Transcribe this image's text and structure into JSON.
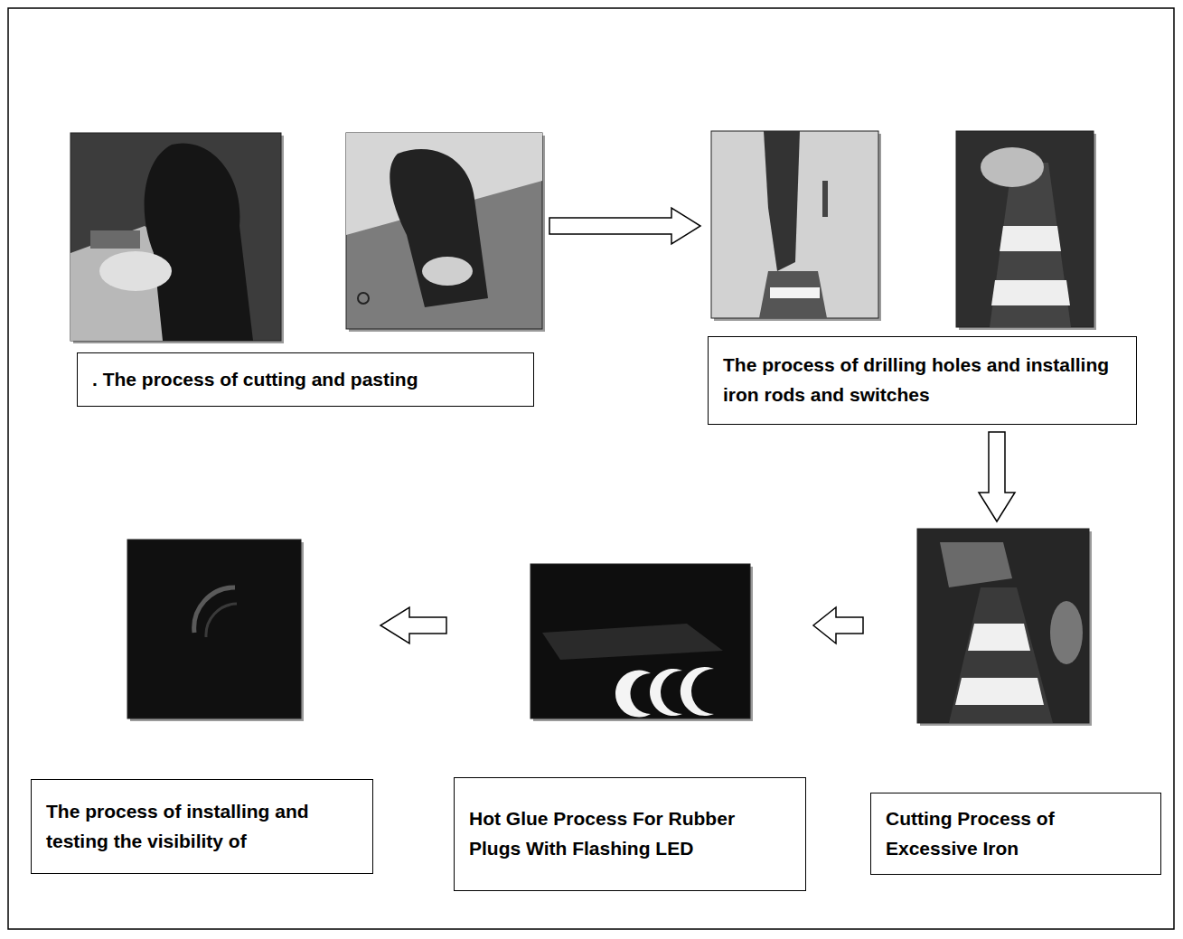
{
  "diagram": {
    "nodes": [
      {
        "text": [
          ". The process of cutting and pasting"
        ]
      },
      {
        "text": [
          "The process of drilling holes and installing iron rods and switches"
        ]
      },
      {
        "text": [
          "Cutting Process of Excessive Iron"
        ]
      },
      {
        "text": [
          "Hot Glue Process For Rubber Plugs With Flashing LED"
        ]
      },
      {
        "text": [
          "The process of installing and testing the visibility of"
        ]
      }
    ],
    "edges": [
      {
        "from": 0,
        "to": 1,
        "arrow": "to"
      },
      {
        "from": 1,
        "to": 2,
        "arrow": "to"
      },
      {
        "from": 2,
        "to": 3,
        "arrow": "to"
      },
      {
        "from": 3,
        "to": 4,
        "arrow": "to"
      }
    ]
  }
}
